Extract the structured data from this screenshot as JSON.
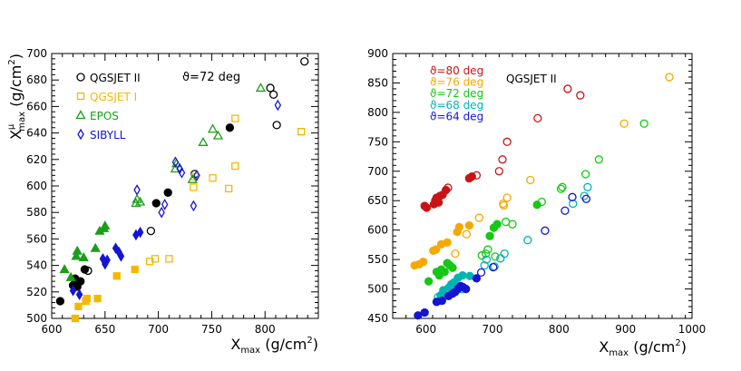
{
  "chart_data": [
    {
      "type": "scatter",
      "xlabel": "X",
      "xlabel_sub": "max",
      "xlabel_unit": " (g/cm",
      "xlabel_unit_sup": "2",
      "xlabel_unit_close": ")",
      "ylabel": "X",
      "ylabel_sup": "μ",
      "ylabel_sub": "max",
      "ylabel_unit": " (g/cm",
      "ylabel_unit_sup": "2",
      "ylabel_unit_close": ")",
      "xlim": [
        600,
        850
      ],
      "ylim": [
        500,
        700
      ],
      "xticks": [
        600,
        650,
        700,
        750,
        800
      ],
      "yticks": [
        500,
        520,
        540,
        560,
        580,
        600,
        620,
        640,
        660,
        680,
        700
      ],
      "annotation": "ϑ=72 deg",
      "legend": [
        {
          "label": "QGSJET II",
          "marker": "circle",
          "color": "#000000"
        },
        {
          "label": "QGSJET I",
          "marker": "square",
          "color": "#f5b800"
        },
        {
          "label": "EPOS",
          "marker": "triangle",
          "color": "#1a9e1a"
        },
        {
          "label": "SIBYLL",
          "marker": "diamond",
          "color": "#1414d4"
        }
      ],
      "series": [
        {
          "name": "QGSJET II",
          "marker": "circle",
          "color": "#000000",
          "filled": [
            [
              608,
              513
            ],
            [
              620,
              525
            ],
            [
              622,
              530
            ],
            [
              624,
              524
            ],
            [
              627,
              528
            ],
            [
              631,
              537
            ],
            [
              698,
              587
            ],
            [
              709,
              595
            ],
            [
              767,
              644
            ]
          ],
          "open": [
            [
              634,
              536
            ],
            [
              693,
              566
            ],
            [
              734,
              609
            ],
            [
              805,
              674
            ],
            [
              808,
              669
            ],
            [
              811,
              646
            ],
            [
              837,
              694
            ]
          ]
        },
        {
          "name": "QGSJET I",
          "marker": "square",
          "color": "#f5b800",
          "filled": [
            [
              622,
              500
            ],
            [
              625,
              509
            ],
            [
              632,
              513
            ],
            [
              633,
              515
            ],
            [
              643,
              515
            ],
            [
              661,
              532
            ],
            [
              678,
              537
            ]
          ],
          "open": [
            [
              692,
              543
            ],
            [
              697,
              545
            ],
            [
              710,
              545
            ],
            [
              733,
              599
            ],
            [
              734,
              607
            ],
            [
              751,
              606
            ],
            [
              766,
              598
            ],
            [
              772,
              615
            ],
            [
              772,
              651
            ],
            [
              834,
              641
            ]
          ]
        },
        {
          "name": "EPOS",
          "marker": "triangle",
          "color": "#1a9e1a",
          "filled": [
            [
              612,
              537
            ],
            [
              618,
              531
            ],
            [
              623,
              547
            ],
            [
              624,
              551
            ],
            [
              630,
              546
            ],
            [
              641,
              553
            ],
            [
              645,
              566
            ],
            [
              649,
              568
            ],
            [
              650,
              570
            ]
          ],
          "open": [
            [
              679,
              587
            ],
            [
              680,
              590
            ],
            [
              683,
              588
            ],
            [
              716,
              613
            ],
            [
              717,
              617
            ],
            [
              732,
              605
            ],
            [
              742,
              633
            ],
            [
              751,
              643
            ],
            [
              756,
              638
            ],
            [
              796,
              674
            ]
          ]
        },
        {
          "name": "SIBYLL",
          "marker": "diamond",
          "color": "#1414d4",
          "filled": [
            [
              620,
              521
            ],
            [
              626,
              518
            ],
            [
              648,
              545
            ],
            [
              650,
              541
            ],
            [
              652,
              544
            ],
            [
              660,
              553
            ],
            [
              663,
              550
            ],
            [
              665,
              547
            ],
            [
              679,
              563
            ],
            [
              683,
              565
            ]
          ],
          "open": [
            [
              680,
              597
            ],
            [
              703,
              580
            ],
            [
              706,
              586
            ],
            [
              716,
              618
            ],
            [
              720,
              613
            ],
            [
              722,
              610
            ],
            [
              733,
              585
            ],
            [
              736,
              608
            ],
            [
              812,
              661
            ]
          ]
        }
      ]
    },
    {
      "type": "scatter",
      "xlabel": "X",
      "xlabel_sub": "max",
      "xlabel_unit": " (g/cm",
      "xlabel_unit_sup": "2",
      "xlabel_unit_close": ")",
      "xlim": [
        550,
        1000
      ],
      "ylim": [
        450,
        900
      ],
      "xticks": [
        600,
        700,
        800,
        900,
        1000
      ],
      "yticks": [
        450,
        500,
        550,
        600,
        650,
        700,
        750,
        800,
        850,
        900
      ],
      "model_label": "QGSJET II",
      "legend": [
        {
          "label": "ϑ=80 deg",
          "color": "#c81414"
        },
        {
          "label": "ϑ=76 deg",
          "color": "#f5a800"
        },
        {
          "label": "ϑ=72 deg",
          "color": "#14c814"
        },
        {
          "label": "ϑ=68 deg",
          "color": "#00b4b4"
        },
        {
          "label": "ϑ=64 deg",
          "color": "#1414d4"
        }
      ],
      "series": [
        {
          "name": "ϑ=80 deg",
          "color": "#c81414",
          "filled": [
            [
              598,
              641
            ],
            [
              601,
              638
            ],
            [
              612,
              644
            ],
            [
              614,
              650
            ],
            [
              616,
              655
            ],
            [
              619,
              647
            ],
            [
              621,
              658
            ],
            [
              625,
              660
            ],
            [
              630,
              668
            ],
            [
              665,
              688
            ],
            [
              669,
              691
            ]
          ],
          "open": [
            [
              633,
              672
            ],
            [
              676,
              693
            ],
            [
              710,
              700
            ],
            [
              715,
              720
            ],
            [
              722,
              750
            ],
            [
              768,
              790
            ],
            [
              813,
              840
            ],
            [
              832,
              829
            ]
          ]
        },
        {
          "name": "ϑ=76 deg",
          "color": "#f5a800",
          "filled": [
            [
              583,
              540
            ],
            [
              590,
              542
            ],
            [
              596,
              546
            ],
            [
              611,
              565
            ],
            [
              615,
              567
            ],
            [
              623,
              576
            ],
            [
              632,
              579
            ],
            [
              647,
              597
            ],
            [
              650,
              605
            ],
            [
              665,
              608
            ]
          ],
          "open": [
            [
              644,
              560
            ],
            [
              661,
              593
            ],
            [
              680,
              621
            ],
            [
              716,
              645
            ],
            [
              717,
              642
            ],
            [
              722,
              655
            ],
            [
              757,
              685
            ],
            [
              898,
              781
            ],
            [
              966,
              860
            ]
          ]
        },
        {
          "name": "ϑ=72 deg",
          "color": "#14c814",
          "filled": [
            [
              604,
              513
            ],
            [
              616,
              529
            ],
            [
              620,
              523
            ],
            [
              623,
              533
            ],
            [
              628,
              529
            ],
            [
              632,
              544
            ],
            [
              636,
              540
            ],
            [
              640,
              536
            ],
            [
              696,
              590
            ],
            [
              702,
              604
            ],
            [
              707,
              610
            ],
            [
              767,
              643
            ]
          ],
          "open": [
            [
              684,
              557
            ],
            [
              690,
              560
            ],
            [
              693,
              567
            ],
            [
              704,
              555
            ],
            [
              720,
              614
            ],
            [
              730,
              610
            ],
            [
              774,
              648
            ],
            [
              803,
              670
            ],
            [
              805,
              673
            ],
            [
              840,
              695
            ],
            [
              860,
              720
            ],
            [
              928,
              781
            ]
          ]
        },
        {
          "name": "ϑ=68 deg",
          "color": "#00b4b4",
          "filled": [
            [
              622,
              489
            ],
            [
              626,
              498
            ],
            [
              634,
              502
            ],
            [
              638,
              508
            ],
            [
              642,
              511
            ],
            [
              648,
              519
            ],
            [
              655,
              523
            ],
            [
              666,
              522
            ]
          ],
          "open": [
            [
              618,
              486
            ],
            [
              654,
              500
            ],
            [
              688,
              540
            ],
            [
              691,
              550
            ],
            [
              703,
              538
            ],
            [
              712,
              552
            ],
            [
              718,
              560
            ],
            [
              753,
              583
            ],
            [
              821,
              645
            ],
            [
              838,
              658
            ],
            [
              843,
              673
            ]
          ]
        },
        {
          "name": "ϑ=64 deg",
          "color": "#1414d4",
          "filled": [
            [
              588,
              455
            ],
            [
              598,
              460
            ],
            [
              616,
              478
            ],
            [
              624,
              480
            ],
            [
              634,
              488
            ],
            [
              640,
              492
            ],
            [
              644,
              495
            ],
            [
              648,
              500
            ],
            [
              652,
              505
            ],
            [
              656,
              503
            ],
            [
              660,
              500
            ],
            [
              676,
              518
            ]
          ],
          "open": [
            [
              683,
              528
            ],
            [
              701,
              537
            ],
            [
              779,
              599
            ],
            [
              809,
              633
            ],
            [
              820,
              656
            ],
            [
              841,
              653
            ]
          ]
        }
      ]
    }
  ]
}
